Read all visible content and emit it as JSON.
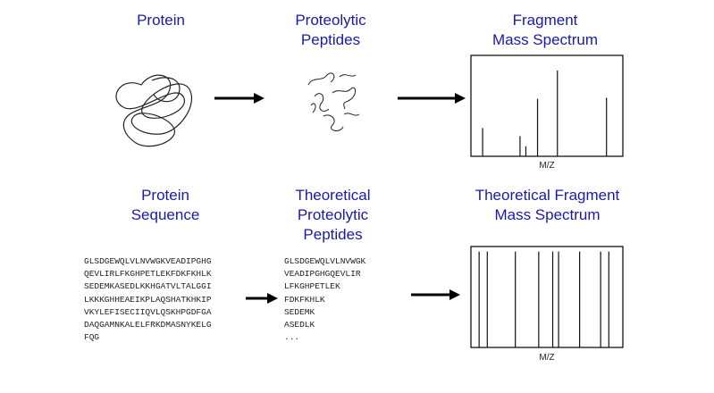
{
  "top_row": {
    "protein_title": "Protein",
    "peptides_title": "Proteolytic\nPeptides",
    "spectrum_title": "Fragment\nMass Spectrum",
    "xlabel": "M/Z"
  },
  "bottom_row": {
    "sequence_title": "Protein\nSequence",
    "theoretical_peptides_title": "Theoretical\nProteolytic\nPeptides",
    "theoretical_spectrum_title": "Theoretical Fragment\nMass Spectrum",
    "xlabel": "M/Z",
    "protein_sequence": [
      "GLSDGEWQLVLNVWGKVEADIPGHG",
      "QEVLIRLFKGHPETLEKFDKFKHLK",
      "SEDEMKASEDLKKHGATVLTALGGI",
      "LKKKGHHEAEIKPLAQSHATKHKIP",
      "VKYLEFISECIIQVLQSKHPGDFGA",
      "DAQGAMNKALELFRKDMASNYKELG",
      "FQG"
    ],
    "peptides": [
      "GLSDGEWQLVLNVWGK",
      "VEADIPGHGQEVLIR",
      "LFKGHPETLEK",
      "FDKFKHLK",
      "SEDEMK",
      "ASEDLK",
      "..."
    ]
  },
  "chart_data": [
    {
      "type": "bar",
      "title": "Fragment Mass Spectrum",
      "xlabel": "M/Z",
      "ylabel": "",
      "x": [
        0.1,
        0.42,
        0.47,
        0.57,
        0.74,
        1.16
      ],
      "values": [
        0.28,
        0.2,
        0.1,
        0.57,
        0.85,
        0.58
      ],
      "xlim": [
        0,
        1.3
      ],
      "ylim": [
        0,
        1
      ]
    },
    {
      "type": "bar",
      "title": "Theoretical Fragment Mass Spectrum",
      "xlabel": "M/Z",
      "ylabel": "",
      "x": [
        0.07,
        0.14,
        0.38,
        0.58,
        0.7,
        0.75,
        0.93,
        1.11,
        1.18
      ],
      "values": [
        0.95,
        0.95,
        0.95,
        0.95,
        0.95,
        0.95,
        0.95,
        0.95,
        0.95
      ],
      "xlim": [
        0,
        1.3
      ],
      "ylim": [
        0,
        1
      ]
    }
  ],
  "colors": {
    "title_color": "#1a1aa6",
    "line_color": "#111111"
  }
}
